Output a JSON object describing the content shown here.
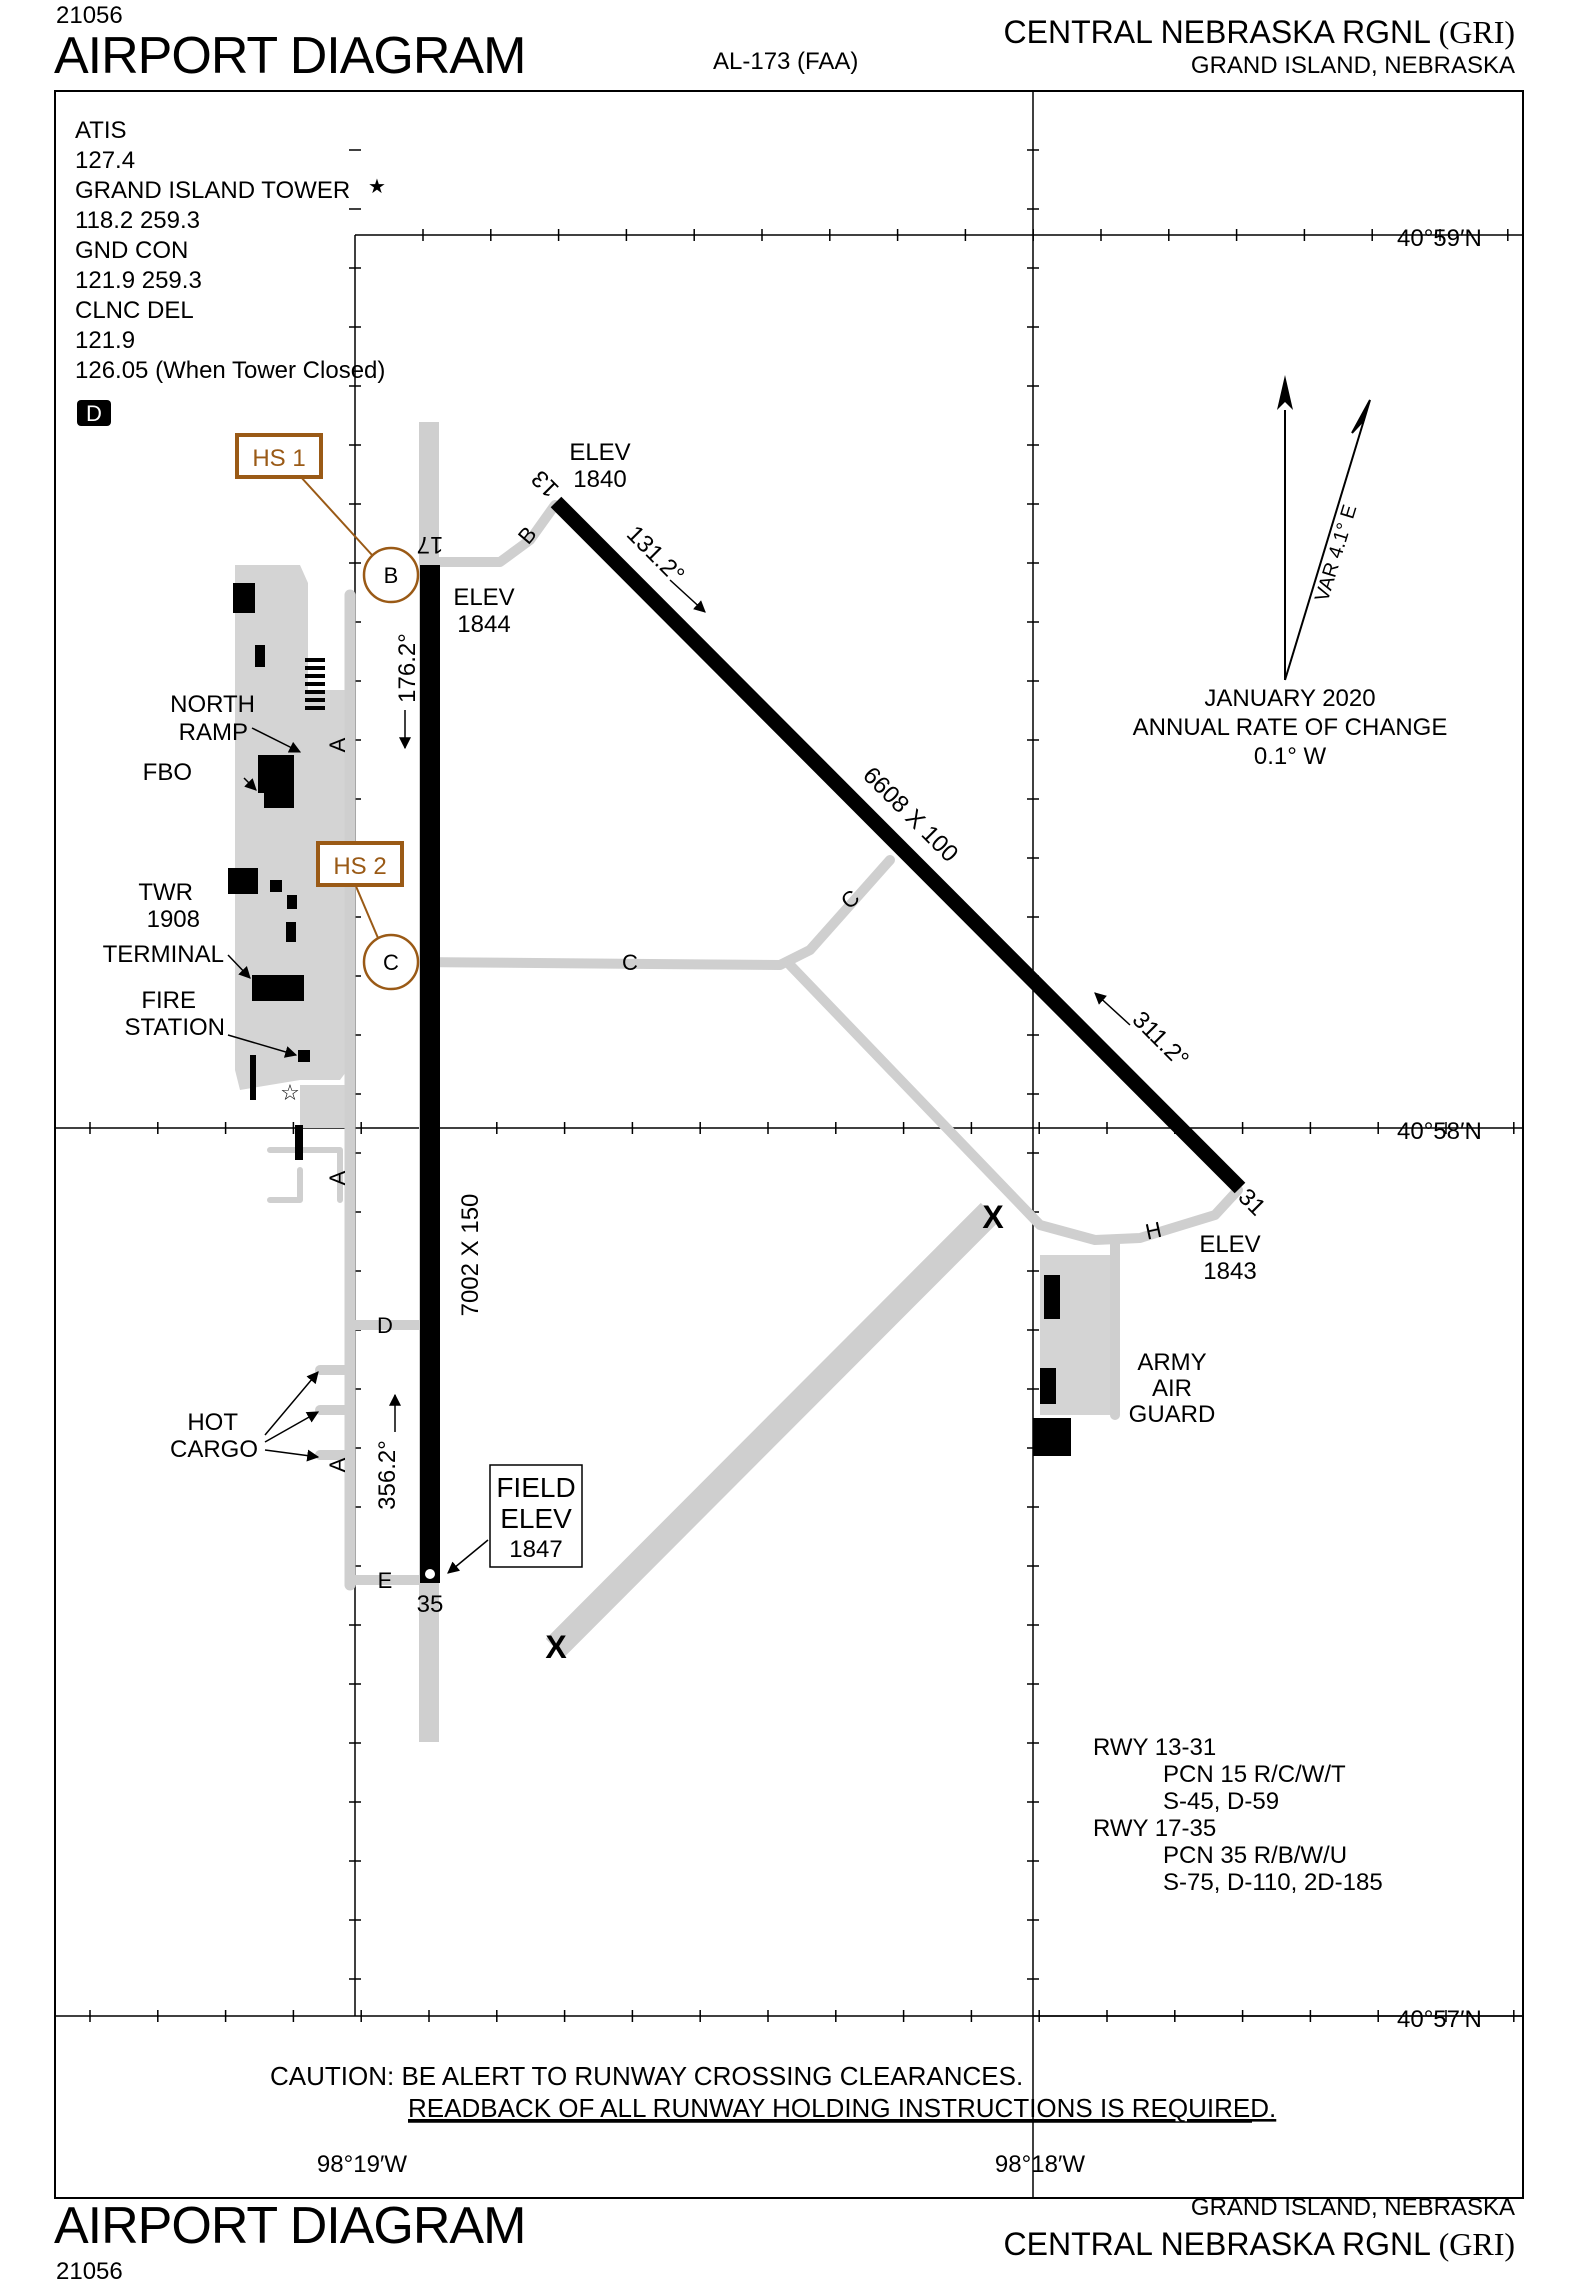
{
  "header": {
    "procedure_number": "21056",
    "title": "AIRPORT DIAGRAM",
    "chart_id": "AL-173 (FAA)",
    "airport_name": "CENTRAL NEBRASKA RGNL",
    "airport_id": "(GRI)",
    "location": "GRAND ISLAND,  NEBRASKA"
  },
  "footer": {
    "procedure_number": "21056",
    "title": "AIRPORT DIAGRAM",
    "airport_name": "CENTRAL NEBRASKA RGNL",
    "airport_id": "(GRI)",
    "location": "GRAND ISLAND,  NEBRASKA"
  },
  "frequencies": [
    "ATIS",
    "127.4",
    "GRAND ISLAND TOWER",
    "118.2  259.3",
    "GND CON",
    "121.9  259.3",
    "CLNC DEL",
    "121.9",
    "126.05 (When Tower Closed)"
  ],
  "tower_star": "★",
  "datalink_badge": "D",
  "coordinates": {
    "lat_top": "40°59′N",
    "lat_mid": "40°58′N",
    "lat_bottom": "40°57′N",
    "lon_left": "98°19′W",
    "lon_right": "98°18′W"
  },
  "runways": {
    "rwy_17_35": {
      "dimensions": "7002 X 150",
      "end_17": "17",
      "end_35": "35",
      "heading_south": "176.2°",
      "heading_north": "356.2°",
      "elev_17_label": "ELEV",
      "elev_17": "1844"
    },
    "rwy_13_31": {
      "dimensions": "6608 X 100",
      "end_13": "13",
      "end_31": "31",
      "heading_se": "131.2°",
      "heading_nw": "311.2°",
      "elev_13_label": "ELEV",
      "elev_13": "1840",
      "elev_31_label": "ELEV",
      "elev_31": "1843"
    }
  },
  "field_elevation": {
    "line1": "FIELD",
    "line2": "ELEV",
    "value": "1847"
  },
  "taxiways": {
    "A1": "A",
    "A2": "A",
    "A3": "A",
    "B1": "B",
    "B2": "B",
    "C1": "C",
    "C2": "C",
    "C3": "C",
    "D": "D",
    "E": "E",
    "H": "H"
  },
  "hotspots": {
    "hs1": "HS 1",
    "hs2": "HS 2",
    "color": "#9a5a16"
  },
  "closed_mark": "X",
  "facility_labels": {
    "north_ramp_1": "NORTH",
    "north_ramp_2": "RAMP",
    "fbo": "FBO",
    "twr_1": "TWR",
    "twr_2": "1908",
    "terminal": "TERMINAL",
    "fire_1": "FIRE",
    "fire_2": "STATION",
    "hot_cargo_1": "HOT",
    "hot_cargo_2": "CARGO",
    "army_1": "ARMY",
    "army_2": "AIR",
    "army_3": "GUARD"
  },
  "magnetic_variation": {
    "var": "VAR 4.1° E",
    "date": "JANUARY 2020",
    "rate_label": "ANNUAL RATE OF CHANGE",
    "rate": "0.1° W"
  },
  "pavement": [
    "RWY 13-31",
    "PCN 15 R/C/W/T",
    "S-45, D-59",
    "RWY 17-35",
    "PCN 35 R/B/W/U",
    "S-75, D-110, 2D-185"
  ],
  "caution": {
    "line1": "CAUTION: BE ALERT TO RUNWAY CROSSING CLEARANCES.",
    "line2": "READBACK OF ALL RUNWAY HOLDING INSTRUCTIONS IS REQUIRED."
  }
}
